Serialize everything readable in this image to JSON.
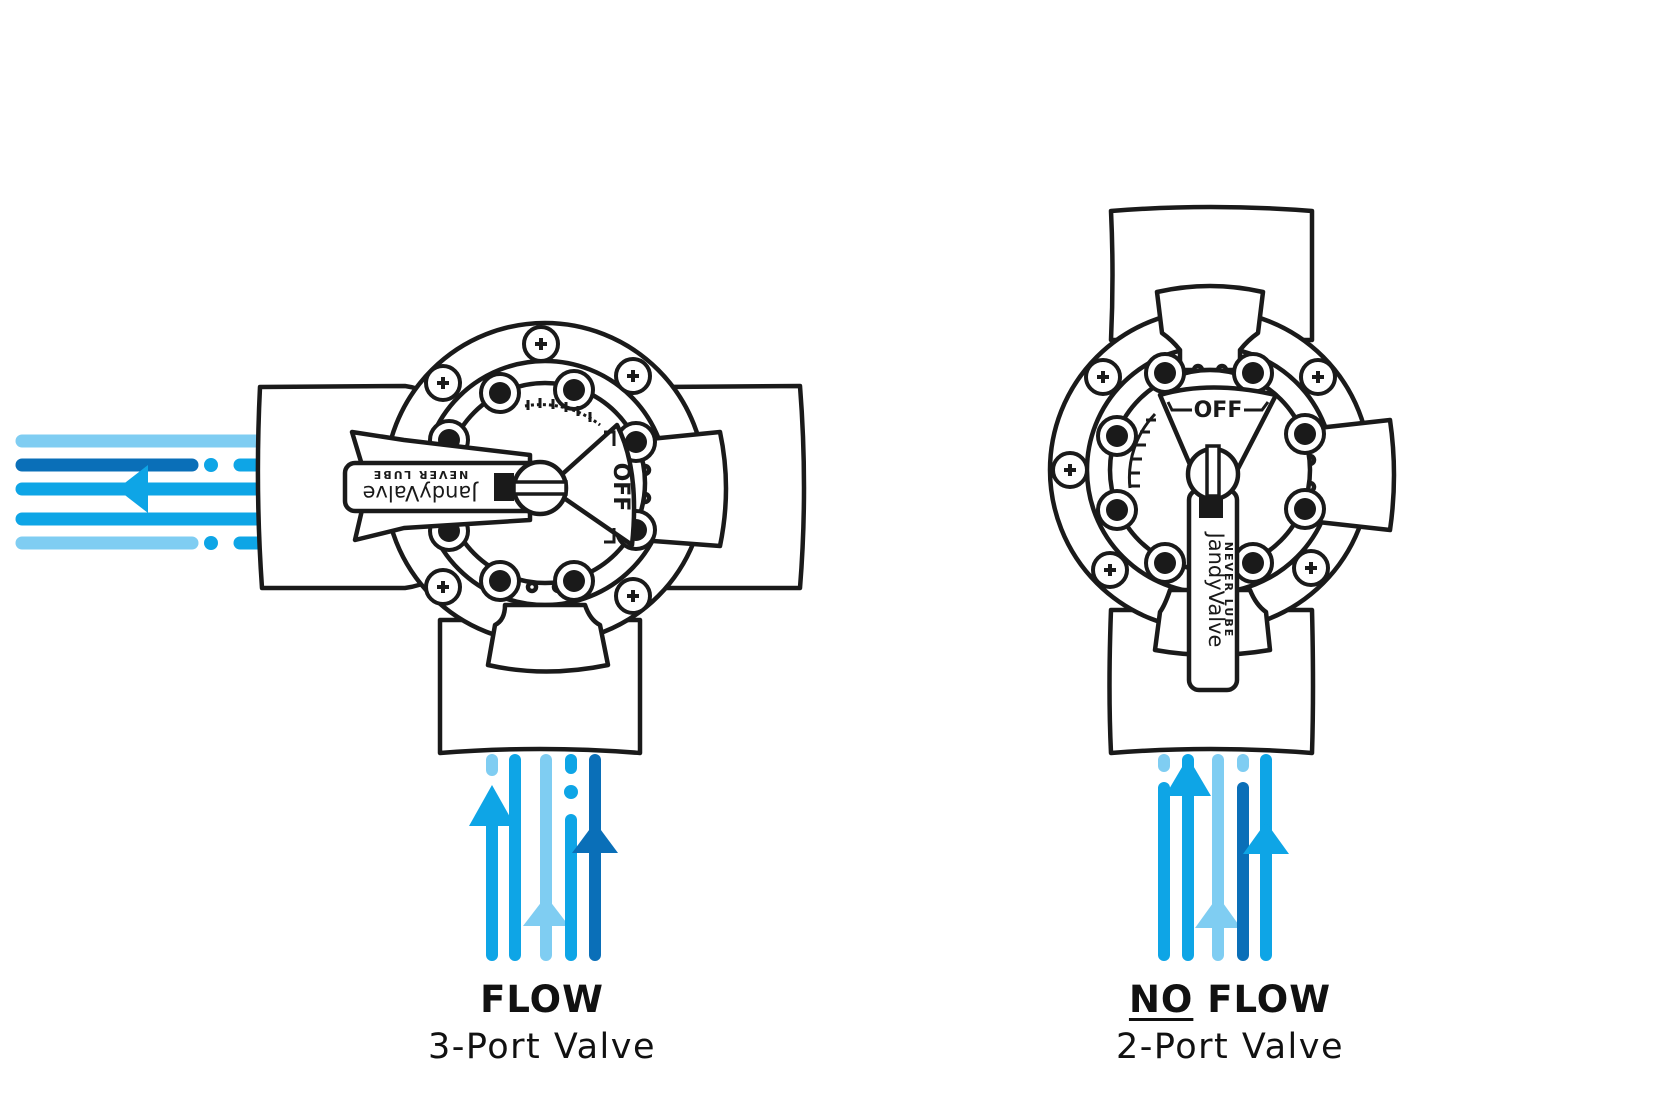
{
  "colors": {
    "flow_light": "#7fcdf2",
    "flow_medium": "#0ea5e6",
    "flow_dark": "#0a6fb8",
    "outline": "#1a1a1a",
    "background": "#ffffff"
  },
  "left_valve": {
    "caption_title": "FLOW",
    "caption_subtitle": "3-Port Valve",
    "handle_label": "OFF",
    "handle_brand": "JandyValve",
    "handle_tagline": "NEVER LUBE",
    "ports": 3,
    "flow_state": "flowing"
  },
  "right_valve": {
    "caption_title_underlined": "NO",
    "caption_title_rest": "FLOW",
    "caption_subtitle": "2-Port Valve",
    "handle_label": "OFF",
    "handle_brand": "JandyValve",
    "handle_tagline": "NEVER LUBE",
    "ports": 2,
    "flow_state": "blocked"
  }
}
